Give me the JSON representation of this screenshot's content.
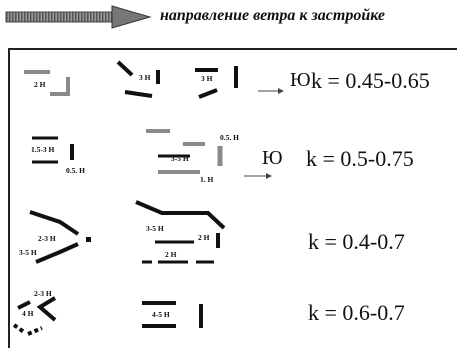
{
  "legend": {
    "label": "направление ветра к застройке"
  },
  "wind_letter": "Ю",
  "rows": [
    {
      "k_text": "k = 0.45-0.65",
      "labels": [
        "2 Н",
        "3 Н",
        "3 Н"
      ]
    },
    {
      "k_text": "k = 0.5-0.75",
      "labels": [
        "1.5-3 Н",
        "0.5. Н",
        "0.5. Н",
        "3-5 Н",
        "1. Н"
      ]
    },
    {
      "k_text": "k = 0.4-0.7",
      "labels": [
        "2-3 Н",
        "3-5 Н",
        "3-5 Н",
        "2 Н",
        "2 Н"
      ]
    },
    {
      "k_text": "k = 0.6-0.7",
      "labels": [
        "2-3 Н",
        "4 Н",
        "4-5 Н"
      ]
    }
  ],
  "colors": {
    "ink": "#111111",
    "gray_bar": "#8a8a8a",
    "arrow_fill": "#7a7a7a"
  }
}
